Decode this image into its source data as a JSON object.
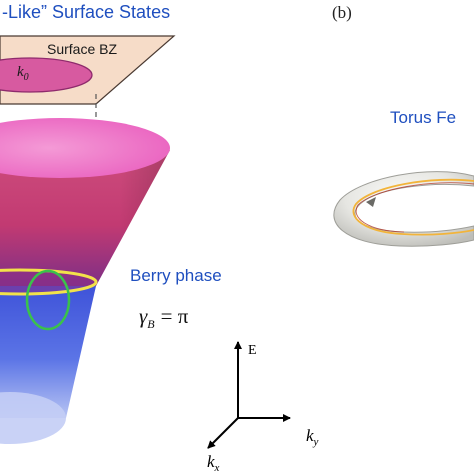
{
  "panel_a": {
    "title": "-Like” Surface States",
    "surface_bz_label": "Surface BZ",
    "k0_main": "k",
    "k0_sub": "0",
    "berry_label": "Berry phase",
    "gamma_main": "γ",
    "gamma_sub": "B",
    "gamma_rhs": "= π",
    "axis_e": "E",
    "axis_ky_main": "k",
    "axis_ky_sub": "y",
    "axis_kx_main": "k",
    "axis_kx_sub": "x"
  },
  "panel_b": {
    "letter": "(b)",
    "title": "Torus Fe"
  },
  "colors": {
    "title_blue": "#1f4fbf",
    "bz_fill": "#f6dcc8",
    "upper_cone": "#d83a7a",
    "upper_cone_top": "#f07ac8",
    "lower_cone": "#3b5fe0",
    "lower_cone_bottom": "#b8c6f4",
    "ring_yellow": "#f2e24a",
    "berry_loop": "#38c24a",
    "torus": "#e3e3df",
    "torus_line": "#f2b43a"
  }
}
